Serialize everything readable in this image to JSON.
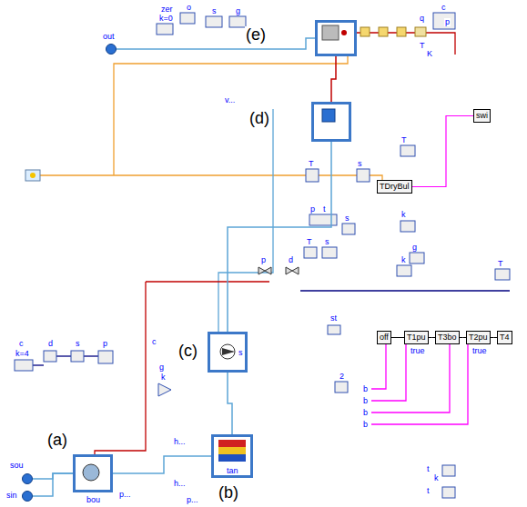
{
  "diagram": {
    "nodes": [
      {
        "text": [
          "out"
        ]
      },
      {
        "text": [
          "(e)"
        ]
      },
      {
        "text": [
          "(d)"
        ]
      },
      {
        "text": [
          "(c)",
          "s"
        ]
      },
      {
        "text": [
          "(a)"
        ]
      },
      {
        "text": [
          "(b)",
          "tan"
        ]
      },
      {
        "text": [
          "sou"
        ]
      },
      {
        "text": [
          "sin"
        ]
      },
      {
        "text": [
          "off"
        ]
      },
      {
        "text": [
          "T1pu"
        ]
      },
      {
        "text": [
          "T3bo"
        ]
      },
      {
        "text": [
          "T2pu"
        ]
      },
      {
        "text": [
          "T4"
        ]
      },
      {
        "text": [
          "TDryBul"
        ]
      },
      {
        "text": [
          "swi"
        ]
      }
    ],
    "edges": [
      {
        "from": 0,
        "to": 1,
        "arrow": "none"
      },
      {
        "from": 2,
        "to": 1,
        "arrow": "none"
      },
      {
        "from": 3,
        "to": 2,
        "arrow": "none"
      },
      {
        "from": 3,
        "to": 5,
        "arrow": "none"
      },
      {
        "from": 4,
        "to": 5,
        "arrow": "none"
      },
      {
        "from": 6,
        "to": 4,
        "arrow": "none"
      },
      {
        "from": 7,
        "to": 4,
        "arrow": "none"
      },
      {
        "from": 8,
        "to": 9,
        "arrow": "none"
      },
      {
        "from": 9,
        "to": 10,
        "arrow": "none"
      },
      {
        "from": 10,
        "to": 11,
        "arrow": "none"
      },
      {
        "from": 11,
        "to": 12,
        "arrow": "none"
      },
      {
        "from": 13,
        "to": 14,
        "arrow": "none"
      }
    ],
    "labels": [
      "zer",
      "k=0",
      "o",
      "s",
      "g",
      "c",
      "p",
      "q",
      "T",
      "K",
      "v...",
      "T",
      "T",
      "s",
      "p",
      "t",
      "k",
      "s",
      "T",
      "s",
      "g",
      "p",
      "d",
      "k",
      "T",
      "st",
      "c",
      "c",
      "d",
      "s",
      "p",
      "k=4",
      "true",
      "true",
      "g",
      "2",
      "k",
      "b",
      "b",
      "b",
      "b",
      "h...",
      "t",
      "k",
      "h...",
      "t",
      "p...",
      "p...",
      "bou"
    ]
  }
}
